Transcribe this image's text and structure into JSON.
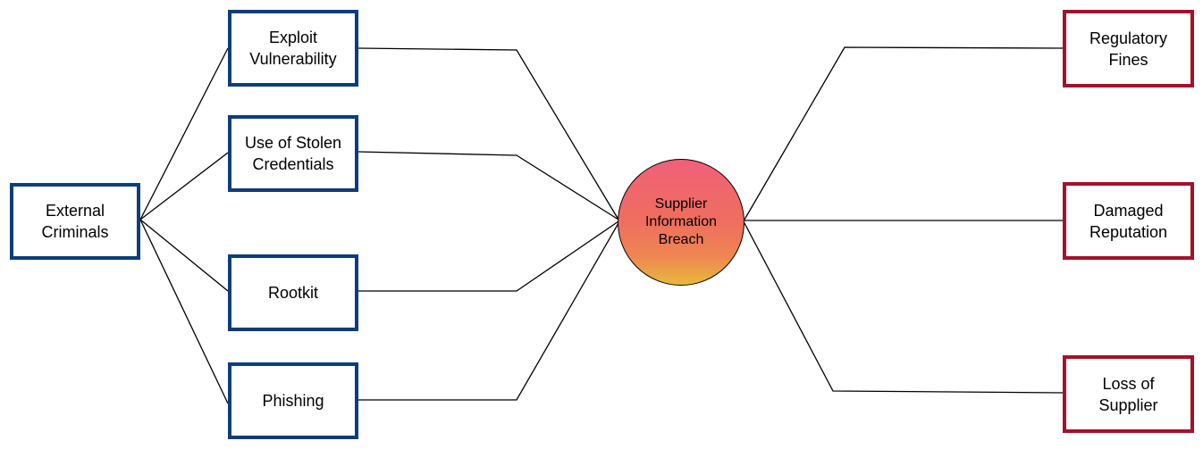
{
  "root_cause": {
    "label": "External\nCriminals",
    "border_color": "#0d3d7a"
  },
  "threats": [
    {
      "label": "Exploit\nVulnerability"
    },
    {
      "label": "Use of Stolen\nCredentials"
    },
    {
      "label": "Rootkit"
    },
    {
      "label": "Phishing"
    }
  ],
  "central_event": {
    "label": "Supplier\nInformation\nBreach",
    "gradient_colors": [
      "#f0607a",
      "#ef6e5e",
      "#ee8752",
      "#e8b93a"
    ]
  },
  "consequences": [
    {
      "label": "Regulatory\nFines"
    },
    {
      "label": "Damaged\nReputation"
    },
    {
      "label": "Loss of\nSupplier"
    }
  ],
  "colors": {
    "cause_border": "#0d3d7a",
    "consequence_border": "#a3122a",
    "connector": "#000000"
  }
}
